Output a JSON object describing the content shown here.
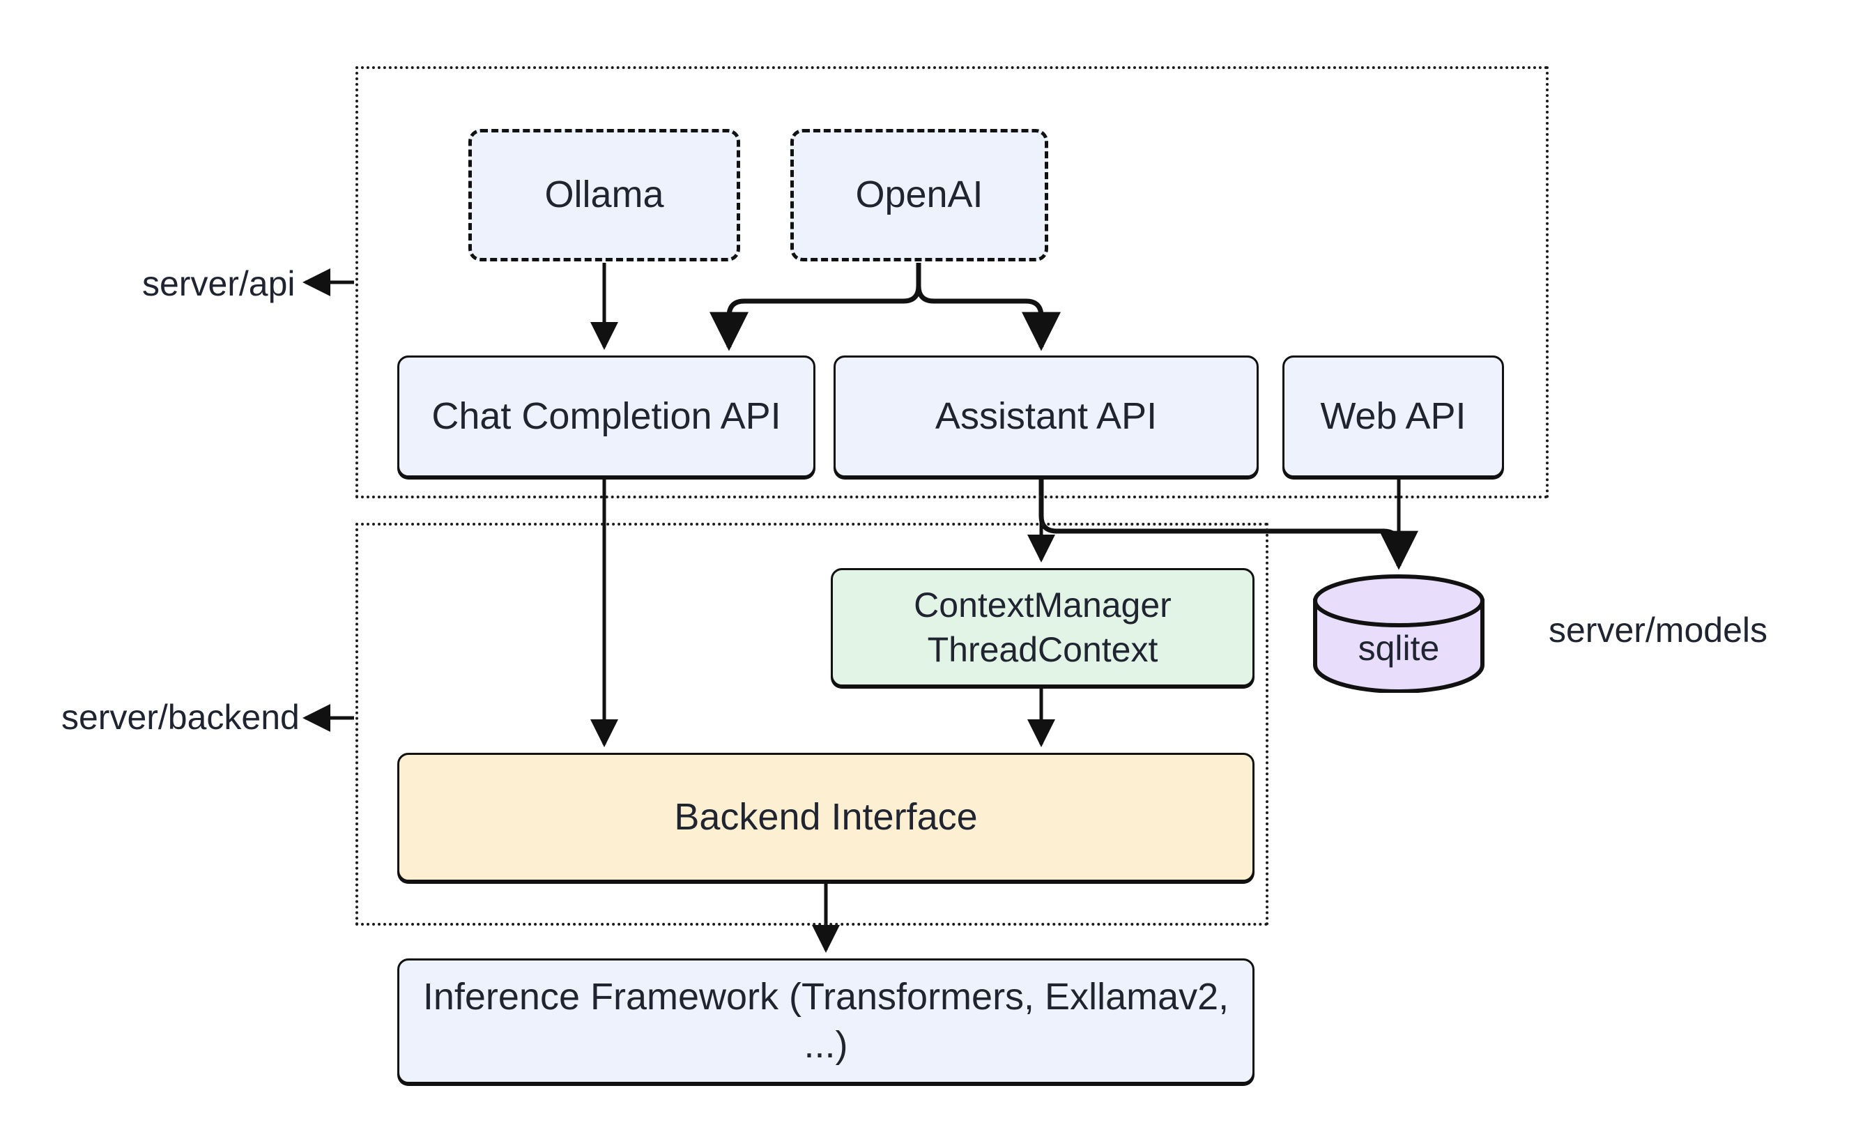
{
  "diagram": {
    "type": "architecture-flowchart",
    "background": "#ffffff",
    "groups": [
      {
        "id": "api",
        "annotation": "server/api",
        "border": "dotted"
      },
      {
        "id": "backend",
        "annotation": "server/backend",
        "border": "dotted"
      }
    ],
    "annotations": {
      "server_api": "server/api",
      "server_backend": "server/backend",
      "server_models": "server/models"
    },
    "nodes": {
      "ollama": {
        "label": "Ollama",
        "fill": "#edf2fc",
        "shape": "rounded-rect",
        "border": "dashed"
      },
      "openai": {
        "label": "OpenAI",
        "fill": "#edf2fc",
        "shape": "rounded-rect",
        "border": "dashed"
      },
      "chat_completion_api": {
        "label": "Chat Completion API",
        "fill": "#edf2fc",
        "shape": "rounded-rect",
        "border": "solid"
      },
      "assistant_api": {
        "label": "Assistant API",
        "fill": "#edf2fc",
        "shape": "rounded-rect",
        "border": "solid"
      },
      "web_api": {
        "label": "Web API",
        "fill": "#edf2fc",
        "shape": "rounded-rect",
        "border": "solid"
      },
      "context_manager": {
        "line1": "ContextManager",
        "line2": "ThreadContext",
        "fill": "#e2f4e6",
        "shape": "rounded-rect",
        "border": "solid"
      },
      "sqlite": {
        "label": "sqlite",
        "fill": "#e8defb",
        "shape": "cylinder",
        "border": "solid"
      },
      "backend_interface": {
        "label": "Backend Interface",
        "fill": "#fdf0d2",
        "shape": "rounded-rect",
        "border": "solid"
      },
      "inference_framework": {
        "label": "Inference Framework (Transformers, Exllamav2, ...)",
        "fill": "#edf2fc",
        "shape": "rounded-rect",
        "border": "solid"
      }
    },
    "edges": [
      {
        "from": "ollama",
        "to": "chat_completion_api"
      },
      {
        "from": "openai",
        "to": "chat_completion_api"
      },
      {
        "from": "openai",
        "to": "assistant_api"
      },
      {
        "from": "chat_completion_api",
        "to": "backend_interface"
      },
      {
        "from": "assistant_api",
        "to": "context_manager"
      },
      {
        "from": "assistant_api",
        "to": "sqlite"
      },
      {
        "from": "web_api",
        "to": "sqlite"
      },
      {
        "from": "context_manager",
        "to": "backend_interface"
      },
      {
        "from": "backend_interface",
        "to": "inference_framework"
      },
      {
        "from": "group-api-edge",
        "to": "server_api_label"
      },
      {
        "from": "group-backend-edge",
        "to": "server_backend_label"
      }
    ],
    "colors": {
      "blue_fill": "#edf2fc",
      "green_fill": "#e2f4e6",
      "cream_fill": "#fdf0d2",
      "purple_fill": "#e8defb",
      "stroke": "#111111",
      "text": "#1f2430"
    }
  }
}
